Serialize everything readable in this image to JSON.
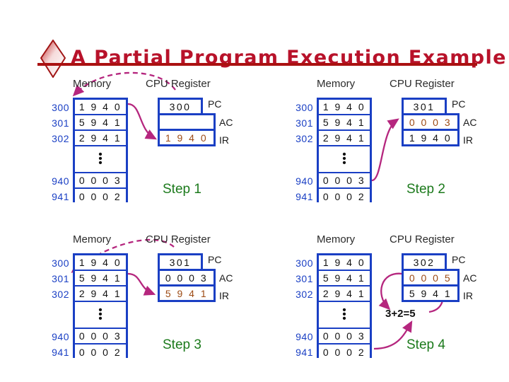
{
  "slide": {
    "title": "A Partial Program Execution Example",
    "bullet_icon": "diamond-icon",
    "accent_color": "#B8122A",
    "rule_color": "#AA1111"
  },
  "labels": {
    "memory_header": "Memory",
    "cpu_header": "CPU Register",
    "pc": "PC",
    "ac": "AC",
    "ir": "IR"
  },
  "colors": {
    "box_blue": "#1A3FC4",
    "address_blue": "#1A3FC4",
    "highlight_brown": "#9C4A14",
    "arrow_magenta": "#B5267E",
    "step_green": "#1C7A1C"
  },
  "memory": {
    "addresses": [
      "300",
      "301",
      "302",
      "",
      "940",
      "941"
    ],
    "values": [
      "1 9 4 0",
      "5 9 4 1",
      "2 9 4 1",
      "⋮",
      "0 0 0 3",
      "0 0 0 2"
    ]
  },
  "steps": [
    {
      "name": "Step 1",
      "registers": {
        "pc": "300",
        "ac": "",
        "ir": "1 9 4 0"
      },
      "highlight": "ir",
      "note": ""
    },
    {
      "name": "Step 2",
      "registers": {
        "pc": "301",
        "ac": "0 0 0 3",
        "ir": "1 9 4 0"
      },
      "highlight": "ac",
      "note": ""
    },
    {
      "name": "Step 3",
      "registers": {
        "pc": "301",
        "ac": "0 0 0 3",
        "ir": "5 9 4 1"
      },
      "highlight": "ir",
      "note": ""
    },
    {
      "name": "Step 4",
      "registers": {
        "pc": "302",
        "ac": "0 0 0 5",
        "ir": "5 9 4 1"
      },
      "highlight": "ac",
      "note": "3+2=5"
    }
  ]
}
